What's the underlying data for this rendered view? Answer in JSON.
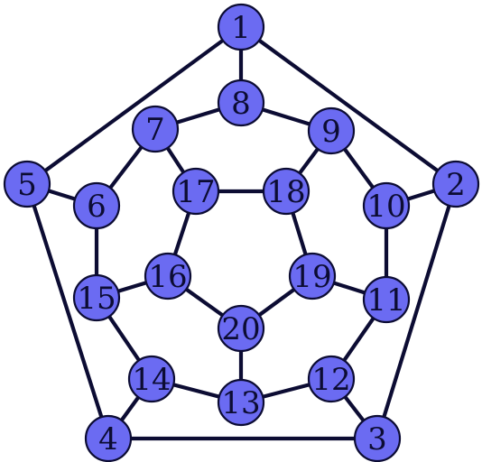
{
  "graph": {
    "node_color": "#6b6bf2",
    "edge_color": "#0c0c33",
    "nodes": [
      {
        "id": 1,
        "label": "1"
      },
      {
        "id": 2,
        "label": "2"
      },
      {
        "id": 3,
        "label": "3"
      },
      {
        "id": 4,
        "label": "4"
      },
      {
        "id": 5,
        "label": "5"
      },
      {
        "id": 6,
        "label": "6"
      },
      {
        "id": 7,
        "label": "7"
      },
      {
        "id": 8,
        "label": "8"
      },
      {
        "id": 9,
        "label": "9"
      },
      {
        "id": 10,
        "label": "10"
      },
      {
        "id": 11,
        "label": "11"
      },
      {
        "id": 12,
        "label": "12"
      },
      {
        "id": 13,
        "label": "13"
      },
      {
        "id": 14,
        "label": "14"
      },
      {
        "id": 15,
        "label": "15"
      },
      {
        "id": 16,
        "label": "16"
      },
      {
        "id": 17,
        "label": "17"
      },
      {
        "id": 18,
        "label": "18"
      },
      {
        "id": 19,
        "label": "19"
      },
      {
        "id": 20,
        "label": "20"
      }
    ],
    "edges": [
      [
        1,
        2
      ],
      [
        2,
        3
      ],
      [
        3,
        4
      ],
      [
        4,
        5
      ],
      [
        5,
        1
      ],
      [
        1,
        8
      ],
      [
        2,
        10
      ],
      [
        3,
        12
      ],
      [
        4,
        14
      ],
      [
        5,
        6
      ],
      [
        6,
        7
      ],
      [
        7,
        8
      ],
      [
        8,
        9
      ],
      [
        9,
        10
      ],
      [
        10,
        11
      ],
      [
        11,
        12
      ],
      [
        12,
        13
      ],
      [
        13,
        14
      ],
      [
        14,
        15
      ],
      [
        15,
        6
      ],
      [
        7,
        17
      ],
      [
        9,
        18
      ],
      [
        11,
        19
      ],
      [
        13,
        20
      ],
      [
        15,
        16
      ],
      [
        16,
        17
      ],
      [
        17,
        18
      ],
      [
        18,
        19
      ],
      [
        19,
        20
      ],
      [
        20,
        16
      ]
    ]
  }
}
